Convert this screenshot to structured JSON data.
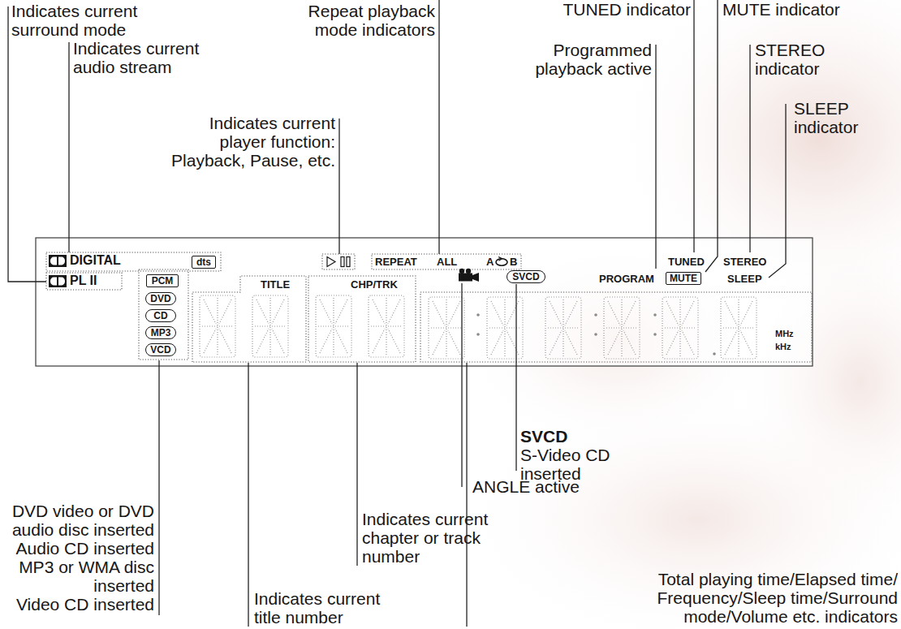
{
  "diagram": {
    "nodes": [
      {
        "text": [
          "dts"
        ]
      },
      {
        "text": [
          "PCM"
        ]
      },
      {
        "text": [
          "DVD"
        ]
      },
      {
        "text": [
          "CD"
        ]
      },
      {
        "text": [
          "MP3"
        ]
      },
      {
        "text": [
          "VCD"
        ]
      },
      {
        "text": [
          "SVCD"
        ]
      },
      {
        "text": [
          "MUTE"
        ]
      }
    ],
    "labels": [
      "Indicates current surround mode",
      "Indicates current audio stream",
      "Indicates current player function: Playback, Pause, etc.",
      "Repeat playback mode indicators",
      "TUNED indicator",
      "MUTE indicator",
      "Programmed playback active",
      "STEREO indicator",
      "SLEEP indicator",
      "DIGITAL",
      "PL II",
      "TITLE",
      "CHP/TRK",
      "REPEAT",
      "ALL",
      "A",
      "B",
      "PROGRAM",
      "TUNED",
      "STEREO",
      "SLEEP",
      "MHz",
      "kHz",
      "SVCD",
      "S-Video CD inserted",
      "ANGLE active",
      "Indicates current chapter or track number",
      "Total playing time/Elapsed time/ Frequency/Sleep time/Surround mode/Volume etc. indicators",
      "Indicates current title number",
      "DVD video or DVD audio disc inserted",
      "Audio CD inserted",
      "MP3 or WMA disc inserted",
      "Video CD inserted"
    ]
  }
}
